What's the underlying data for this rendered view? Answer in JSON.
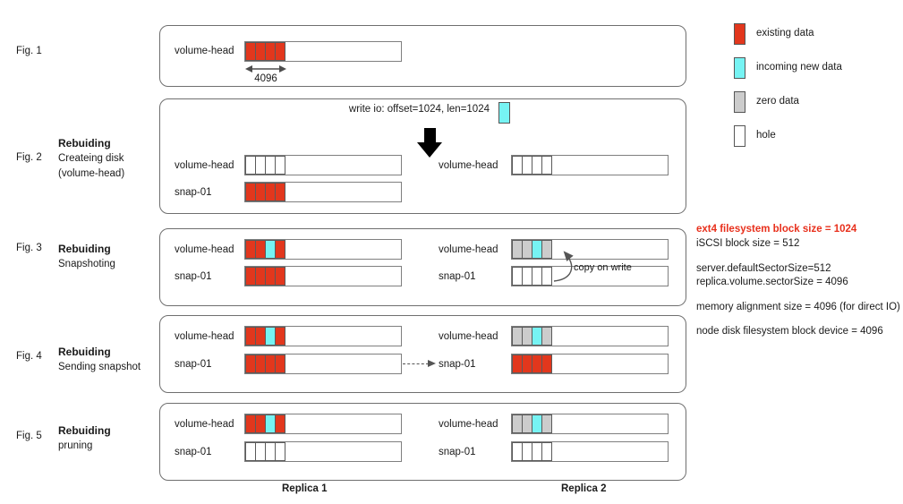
{
  "colors": {
    "red": "#e2371d",
    "cyan": "#76f3f3",
    "gray": "#cccccc",
    "hole": "#ffffff"
  },
  "accent_red": "#e8301c",
  "legend": {
    "items": [
      {
        "label": "existing data",
        "swatch": [
          "red"
        ]
      },
      {
        "label": "incoming new data",
        "swatch": [
          "cyan"
        ]
      },
      {
        "label": "zero data",
        "swatch": [
          "gray"
        ]
      },
      {
        "label": "hole",
        "swatch": [
          "hole"
        ]
      }
    ]
  },
  "figures": [
    {
      "label": "Fig. 1",
      "range_label": "4096",
      "rows_left": [
        {
          "label": "volume-head",
          "blocks": [
            "red",
            "red",
            "red",
            "red"
          ]
        }
      ]
    },
    {
      "label": "Fig. 2",
      "subtitle": {
        "bold": "Rebuiding",
        "lines": [
          "Createing disk",
          "(volume-head)"
        ]
      },
      "write_io": {
        "text": "write io: offset=1024, len=1024",
        "block": [
          "cyan"
        ]
      },
      "rows_left": [
        {
          "label": "volume-head",
          "blocks": [
            "hole",
            "hole",
            "hole",
            "hole"
          ]
        },
        {
          "label": "snap-01",
          "blocks": [
            "red",
            "red",
            "red",
            "red"
          ]
        }
      ],
      "rows_right": [
        {
          "label": "volume-head",
          "blocks": [
            "hole",
            "hole",
            "hole",
            "hole"
          ]
        }
      ]
    },
    {
      "label": "Fig. 3",
      "subtitle": {
        "bold": "Rebuiding",
        "lines": [
          "Snapshoting"
        ]
      },
      "copy_on_write": "copy on write",
      "rows_left": [
        {
          "label": "volume-head",
          "blocks": [
            "red",
            "red",
            "cyan",
            "red"
          ]
        },
        {
          "label": "snap-01",
          "blocks": [
            "red",
            "red",
            "red",
            "red"
          ]
        }
      ],
      "rows_right": [
        {
          "label": "volume-head",
          "blocks": [
            "gray",
            "gray",
            "cyan",
            "gray"
          ]
        },
        {
          "label": "snap-01",
          "blocks": [
            "hole",
            "hole",
            "hole",
            "hole"
          ]
        }
      ]
    },
    {
      "label": "Fig. 4",
      "subtitle": {
        "bold": "Rebuiding",
        "lines": [
          "Sending snapshot"
        ]
      },
      "rows_left": [
        {
          "label": "volume-head",
          "blocks": [
            "red",
            "red",
            "cyan",
            "red"
          ]
        },
        {
          "label": "snap-01",
          "blocks": [
            "red",
            "red",
            "red",
            "red"
          ]
        }
      ],
      "rows_right": [
        {
          "label": "volume-head",
          "blocks": [
            "gray",
            "gray",
            "cyan",
            "gray"
          ]
        },
        {
          "label": "snap-01",
          "blocks": [
            "red",
            "red",
            "red",
            "red"
          ]
        }
      ]
    },
    {
      "label": "Fig. 5",
      "subtitle": {
        "bold": "Rebuiding",
        "lines": [
          "pruning"
        ]
      },
      "rows_left": [
        {
          "label": "volume-head",
          "blocks": [
            "red",
            "red",
            "cyan",
            "red"
          ]
        },
        {
          "label": "snap-01",
          "blocks": [
            "hole",
            "hole",
            "hole",
            "hole"
          ]
        }
      ],
      "rows_right": [
        {
          "label": "volume-head",
          "blocks": [
            "gray",
            "gray",
            "cyan",
            "gray"
          ]
        },
        {
          "label": "snap-01",
          "blocks": [
            "hole",
            "hole",
            "hole",
            "hole"
          ]
        }
      ]
    }
  ],
  "footers": {
    "replica1": "Replica 1",
    "replica2": "Replica 2"
  },
  "notes": [
    {
      "text": "ext4 filesystem block size = 1024"
    },
    {
      "text": "iSCSI block size = 512"
    },
    {
      "text": "server.defaultSectorSize=512"
    },
    {
      "text": "replica.volume.sectorSize = 4096"
    },
    {
      "text": "memory alignment size = 4096 (for direct IO)"
    },
    {
      "text": "node disk filesystem block device = 4096"
    }
  ]
}
